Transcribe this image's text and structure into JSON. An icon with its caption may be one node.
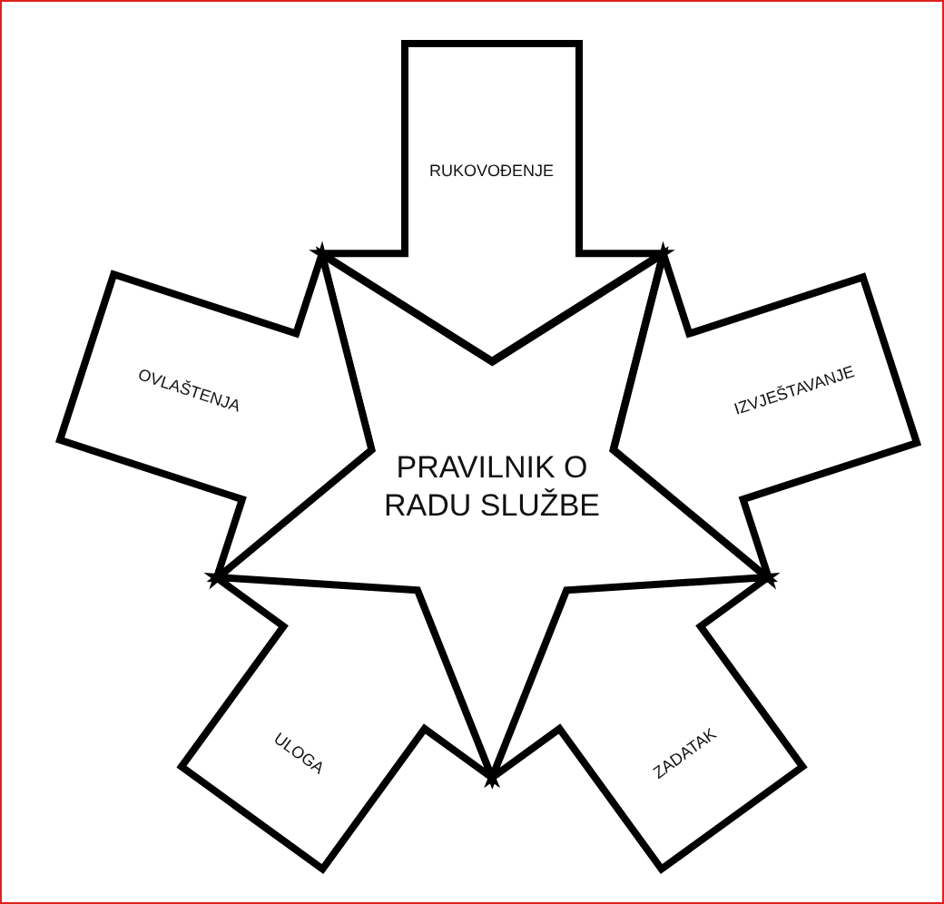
{
  "diagram": {
    "nodes": [
      {
        "text": [
          "RUKOVOĐENJE"
        ]
      },
      {
        "text": [
          "OVLAŠTENJA"
        ]
      },
      {
        "text": [
          "IZVJEŠTAVANJE"
        ]
      },
      {
        "text": [
          "PRAVILNIK O RADU SLUŽBE"
        ]
      },
      {
        "text": [
          "ULOGA"
        ]
      },
      {
        "text": [
          "ZADATAK"
        ]
      }
    ]
  }
}
